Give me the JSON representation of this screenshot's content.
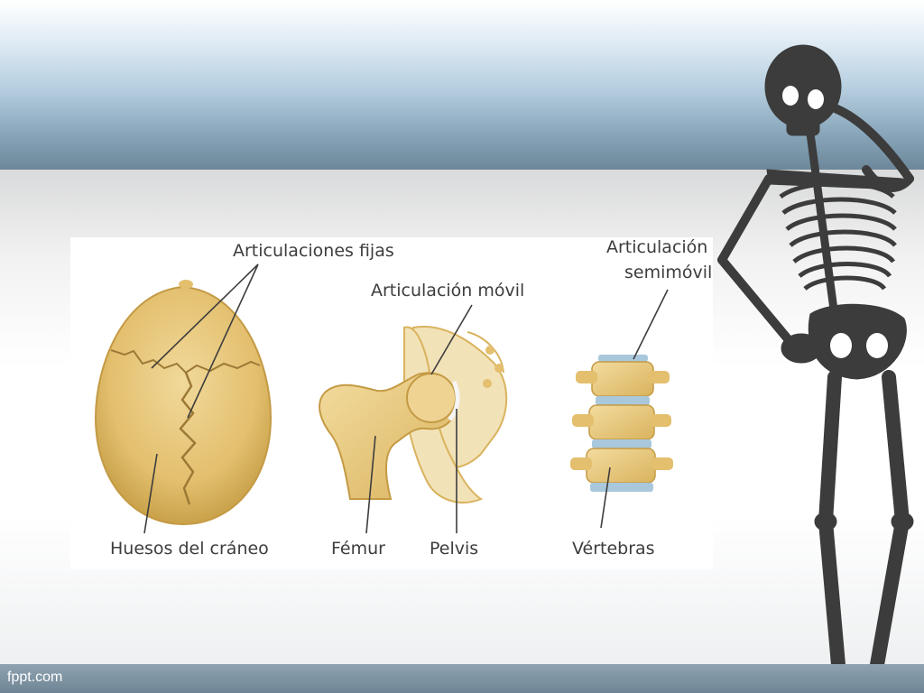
{
  "labels": {
    "fixed_joints": "Articulaciones fijas",
    "movable_joint": "Articulación móvil",
    "semimovable_line1": "Articulación",
    "semimovable_line2": "semimóvil",
    "skull_bones": "Huesos del cráneo",
    "femur": "Fémur",
    "pelvis": "Pelvis",
    "vertebrae": "Vértebras"
  },
  "footer": {
    "brand": "fppt.com"
  },
  "colors": {
    "bone": "#e8c97e",
    "bone_dark": "#c9a24a",
    "disc": "#a9c8dc",
    "skeleton": "#3c3c3c",
    "label_text": "#3d3d3d"
  }
}
